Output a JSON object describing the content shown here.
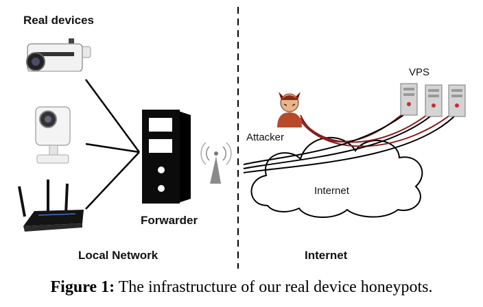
{
  "labels": {
    "real_devices": "Real devices",
    "forwarder": "Forwarder",
    "local_network": "Local Network",
    "internet_zone": "Internet",
    "attacker": "Attacker",
    "internet_cloud": "Internet",
    "vps": "VPS"
  },
  "caption": {
    "figure": "Figure 1:",
    "text": "The infrastructure of our real device honeypots."
  },
  "colors": {
    "link_black": "#000000",
    "link_red": "#8b1a1a",
    "server_gray": "#cfcfcf",
    "tower_black": "#0a0a0a"
  }
}
